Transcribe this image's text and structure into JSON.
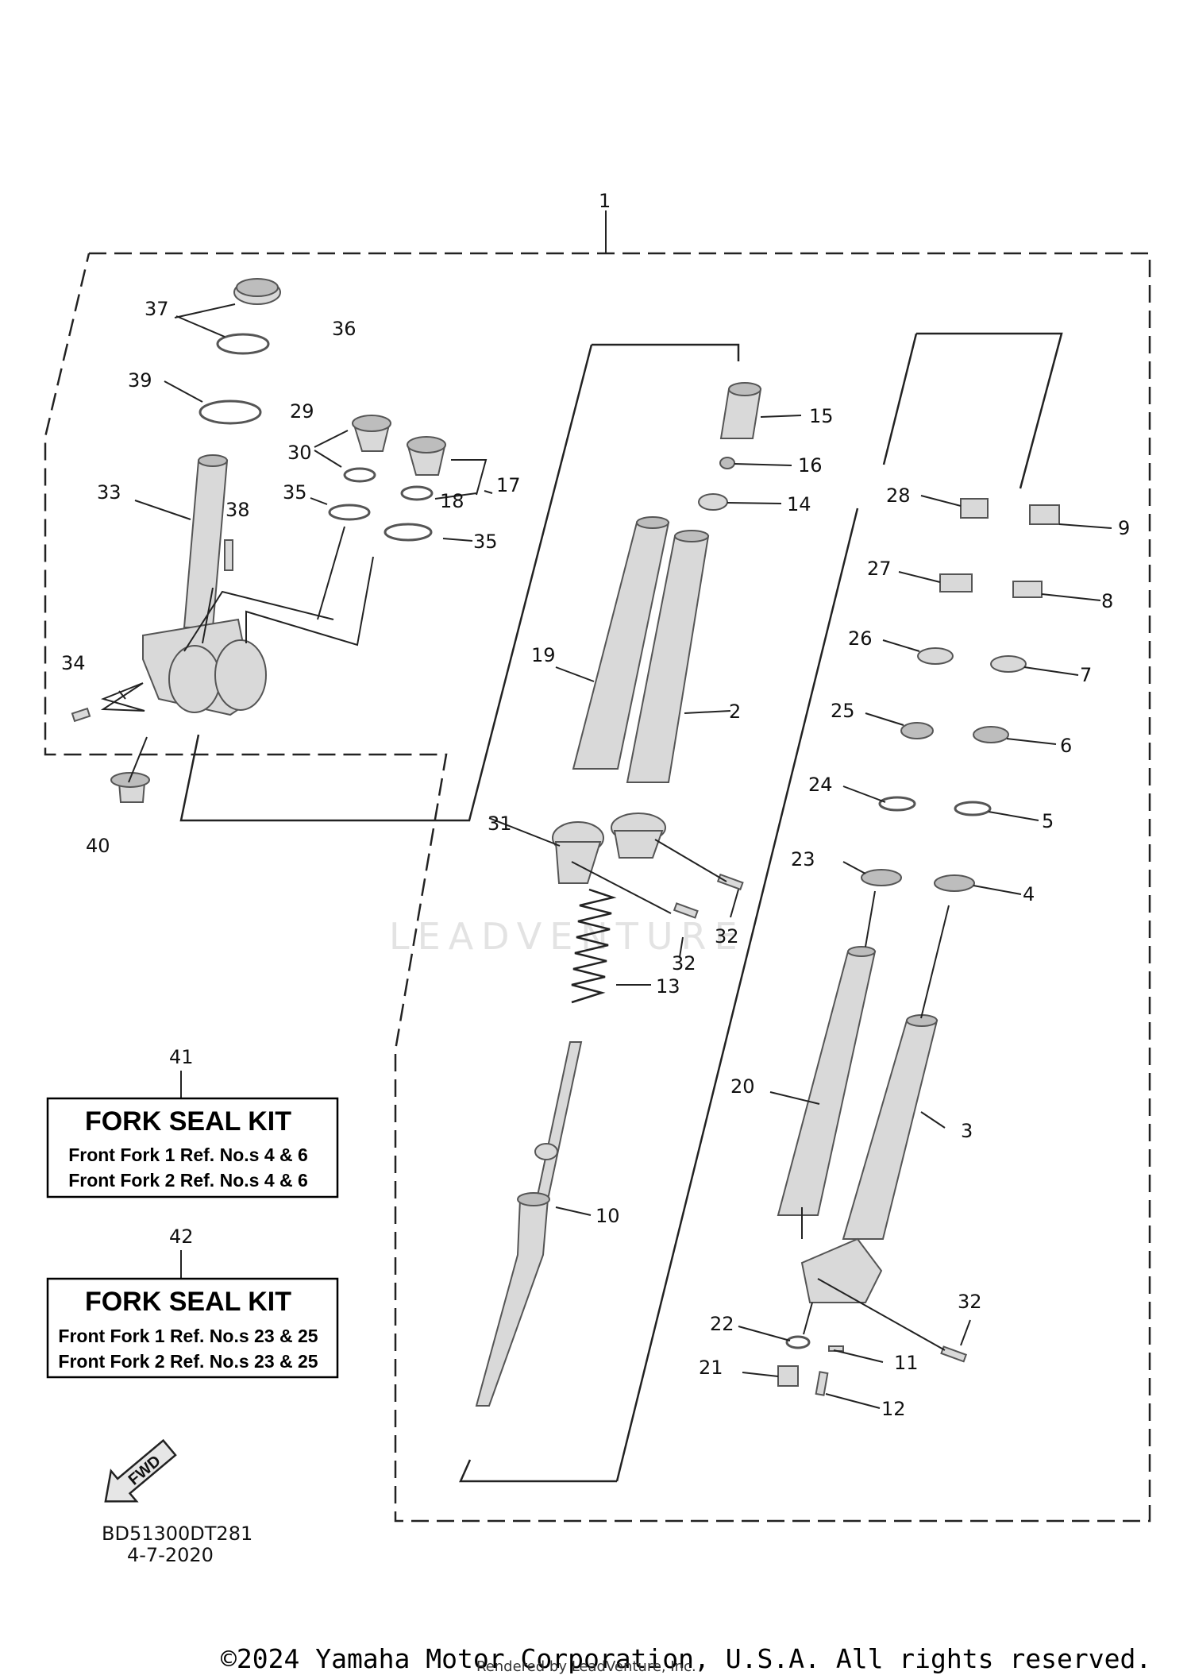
{
  "diagram": {
    "callouts": [
      "1",
      "2",
      "3",
      "4",
      "5",
      "6",
      "7",
      "8",
      "9",
      "10",
      "11",
      "12",
      "13",
      "14",
      "15",
      "16",
      "17",
      "18",
      "19",
      "20",
      "21",
      "22",
      "23",
      "24",
      "25",
      "26",
      "27",
      "28",
      "29",
      "30",
      "31",
      "32",
      "32",
      "32",
      "33",
      "34",
      "35",
      "35",
      "36",
      "37",
      "38",
      "39",
      "40",
      "41",
      "42"
    ],
    "kits": [
      {
        "ref": "41",
        "title": "FORK SEAL KIT",
        "lines": [
          "Front Fork 1 Ref. No.s  4 & 6",
          "Front Fork 2 Ref. No.s  4 & 6"
        ]
      },
      {
        "ref": "42",
        "title": "FORK SEAL KIT",
        "lines": [
          "Front Fork 1 Ref. No.s  23 & 25",
          "Front Fork 2 Ref. No.s  23 & 25"
        ]
      }
    ],
    "fwd_label": "FWD",
    "diagram_code": "BD51300DT281",
    "diagram_date": "4-7-2020",
    "watermark": "LEADVENTURE"
  },
  "footer": {
    "copyright": "©2024 Yamaha Motor Corporation, U.S.A. All rights reserved.",
    "rendered_by": "Rendered by LeadVenture, Inc."
  }
}
